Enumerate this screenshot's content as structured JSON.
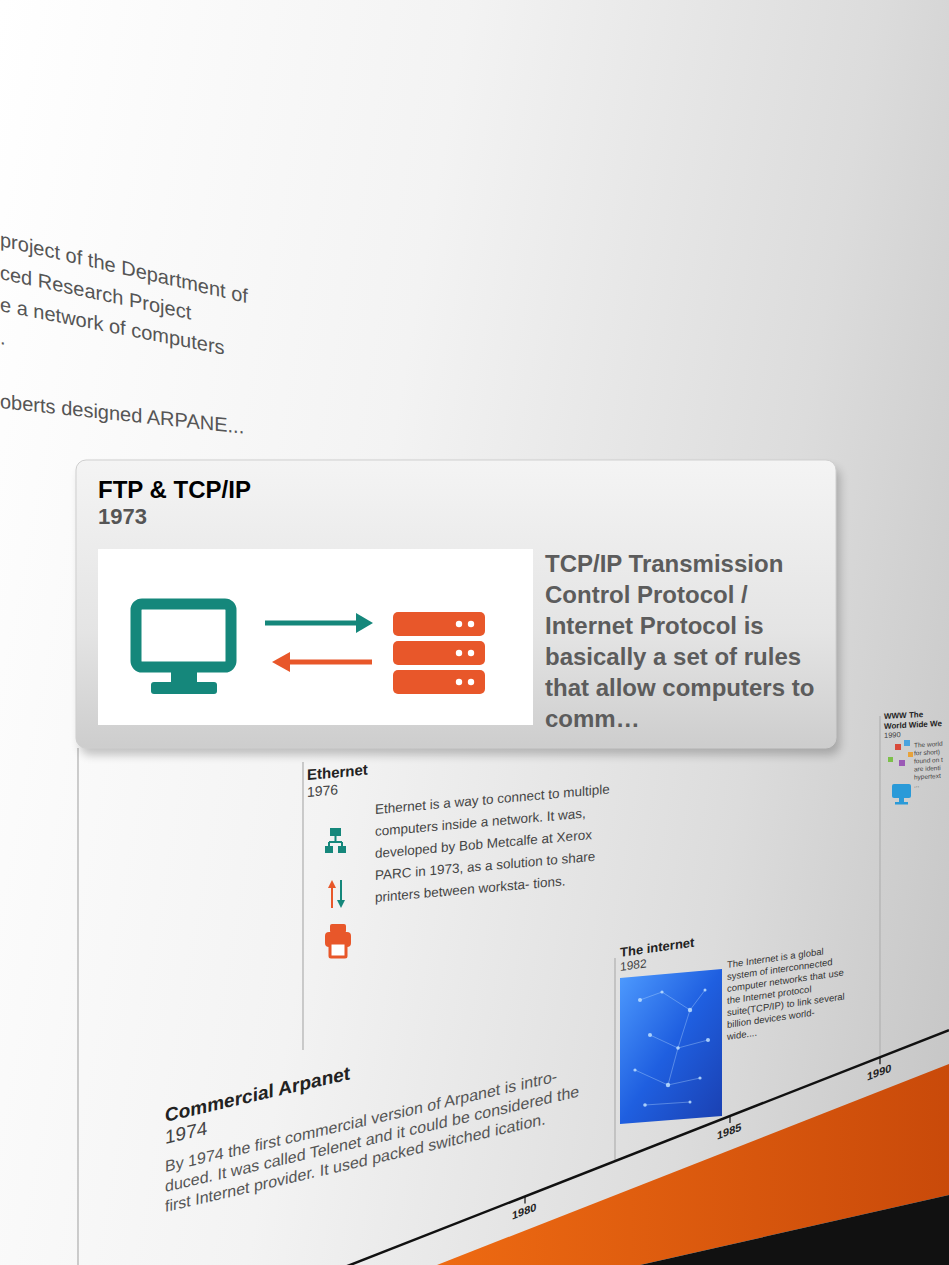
{
  "diagram": {
    "nodes": [
      {
        "text": [
          "FTP & TCP/IP",
          "1973",
          "TCP/IP Transmission Control Protocol / Internet Protocol is basically a set of rules that allow computers to comm…"
        ]
      },
      {
        "text": [
          "Ethernet",
          "1976",
          "Ethernet is a way to connect to multiple computers inside a network. It was, developed by Bob Metcalfe at Xerox PARC in 1973, as a solution to share printers between worksta- tions."
        ]
      },
      {
        "text": [
          "Commercial Arpanet",
          "1974",
          "By 1974 the first commercial version of Arpanet is intro- duced. It was called Telenet and it could be considered the first Internet provider. It used packed switched ication."
        ]
      },
      {
        "text": [
          "The internet",
          "1982",
          "The Internet is a global system of interconnected computer networks that use the Internet protocol suite(TCP/IP) to link several billion devices world- wide...."
        ]
      },
      {
        "text": [
          "WWW The World Wide We",
          "1990",
          "The world for short) found on t are identi hypertext ..."
        ]
      }
    ],
    "labels": [
      "project of the Department of",
      "ced Research Project",
      "e a network of computers",
      ".",
      "oberts designed ARPANE...",
      "1980",
      "1985",
      "1990"
    ]
  }
}
